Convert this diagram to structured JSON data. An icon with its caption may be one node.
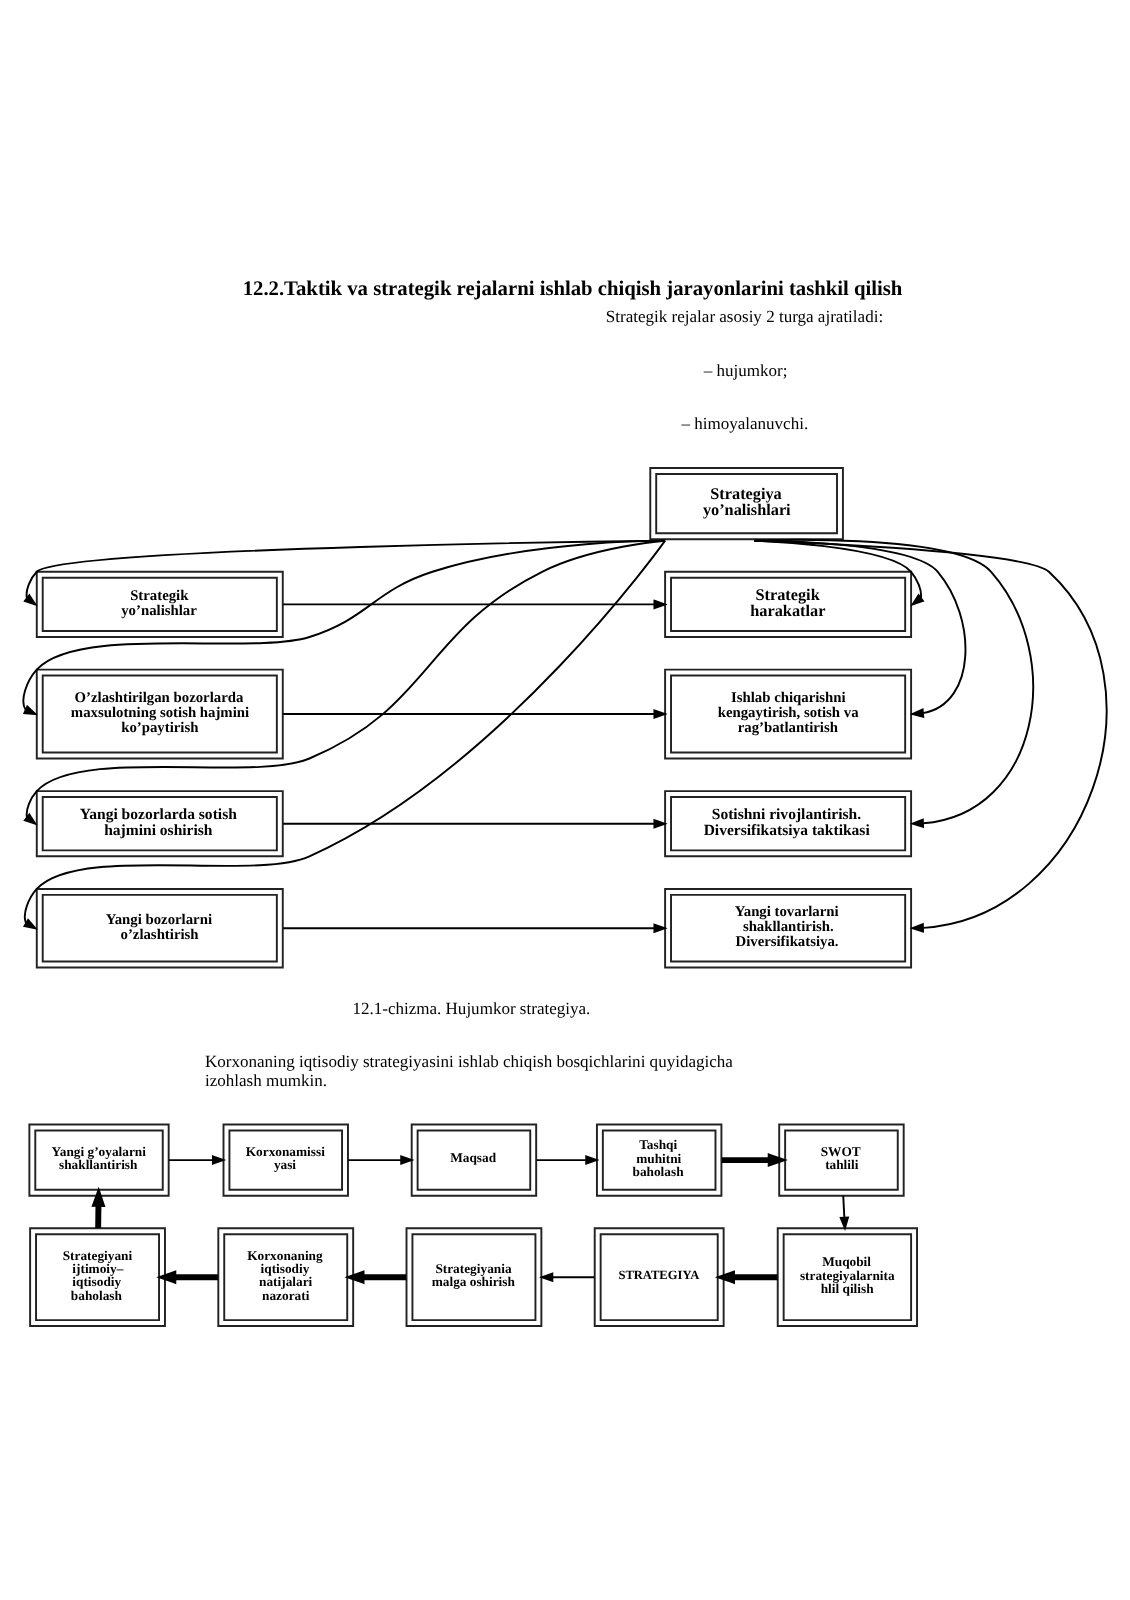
{
  "diagram": {
    "title": "12.2.Taktik va strategik rejalarni ishlab chiqish jarayonlarini tashkil qilish",
    "caption": "12.1-chizma. Hujumkor strategiya.",
    "nodes": [
      {
        "text": [
          "Strategiya yo’nalishlari"
        ]
      },
      {
        "text": [
          "Strategik yo’nalishlar"
        ]
      },
      {
        "text": [
          "Strategik harakatlar"
        ]
      },
      {
        "text": [
          "O’zlashtirilgan bozorlarda maxsulotning sotish hajmini ko’paytirish"
        ]
      },
      {
        "text": [
          "Ishlab chiqarishni kengaytirish, sotish va rag’batlantirish"
        ]
      },
      {
        "text": [
          "Yangi bozorlarda sotish hajmini oshirish"
        ]
      },
      {
        "text": [
          "Sotishni rivojlantirish. Diversifikatsiya taktikasi"
        ]
      },
      {
        "text": [
          "Yangi bozorlarni o’zlashtirish"
        ]
      },
      {
        "text": [
          "Yangi tovarlarni shakllantirish. Diversifikatsiya."
        ]
      },
      {
        "text": [
          "Yangi g’oyalarni shakllantirish"
        ]
      },
      {
        "text": [
          "Korxonamissi yasi"
        ]
      },
      {
        "text": [
          "Maqsad"
        ]
      },
      {
        "text": [
          "Tashqi muhitni baholash"
        ]
      },
      {
        "text": [
          "SWOT tahlili"
        ]
      },
      {
        "text": [
          "Muqobil strategiyalarnita hlil qilish"
        ]
      },
      {
        "text": [
          "STRATEGIYA"
        ]
      },
      {
        "text": [
          "Strategiyania malga oshirish"
        ]
      },
      {
        "text": [
          "Korxonaning iqtisodiy natijalari nazorati"
        ]
      },
      {
        "text": [
          "Strategiyani ijtimoiy– iqtisodiy baholash"
        ]
      }
    ],
    "edges": [
      {
        "from": 0,
        "to": 1,
        "arrow": "to"
      },
      {
        "from": 0,
        "to": 3,
        "arrow": "to"
      },
      {
        "from": 0,
        "to": 5,
        "arrow": "to"
      },
      {
        "from": 0,
        "to": 7,
        "arrow": "to"
      },
      {
        "from": 0,
        "to": 2,
        "arrow": "to"
      },
      {
        "from": 0,
        "to": 4,
        "arrow": "to"
      },
      {
        "from": 0,
        "to": 6,
        "arrow": "to"
      },
      {
        "from": 0,
        "to": 8,
        "arrow": "to"
      },
      {
        "from": 1,
        "to": 2,
        "arrow": "to"
      },
      {
        "from": 3,
        "to": 4,
        "arrow": "to"
      },
      {
        "from": 5,
        "to": 6,
        "arrow": "to"
      },
      {
        "from": 7,
        "to": 8,
        "arrow": "to"
      },
      {
        "from": 9,
        "to": 10,
        "arrow": "to"
      },
      {
        "from": 10,
        "to": 11,
        "arrow": "to"
      },
      {
        "from": 11,
        "to": 12,
        "arrow": "to"
      },
      {
        "from": 12,
        "to": 13,
        "arrow": "to",
        "style": "thick"
      },
      {
        "from": 13,
        "to": 14,
        "arrow": "to"
      },
      {
        "from": 14,
        "to": 15,
        "arrow": "to",
        "style": "thick"
      },
      {
        "from": 15,
        "to": 16,
        "arrow": "to"
      },
      {
        "from": 16,
        "to": 17,
        "arrow": "to",
        "style": "thick"
      },
      {
        "from": 17,
        "to": 18,
        "arrow": "to",
        "style": "thick"
      },
      {
        "from": 18,
        "to": 9,
        "arrow": "to",
        "style": "thick"
      }
    ],
    "labels": [
      "Strategik rejalar asosiy 2 turga ajratiladi:",
      "– hujumkor;",
      "– himoyalanuvchi.",
      "Korxonaning iqtisodiy strategiyasini ishlab chiqish bosqichlarini quyidagicha izohlash mumkin."
    ]
  }
}
